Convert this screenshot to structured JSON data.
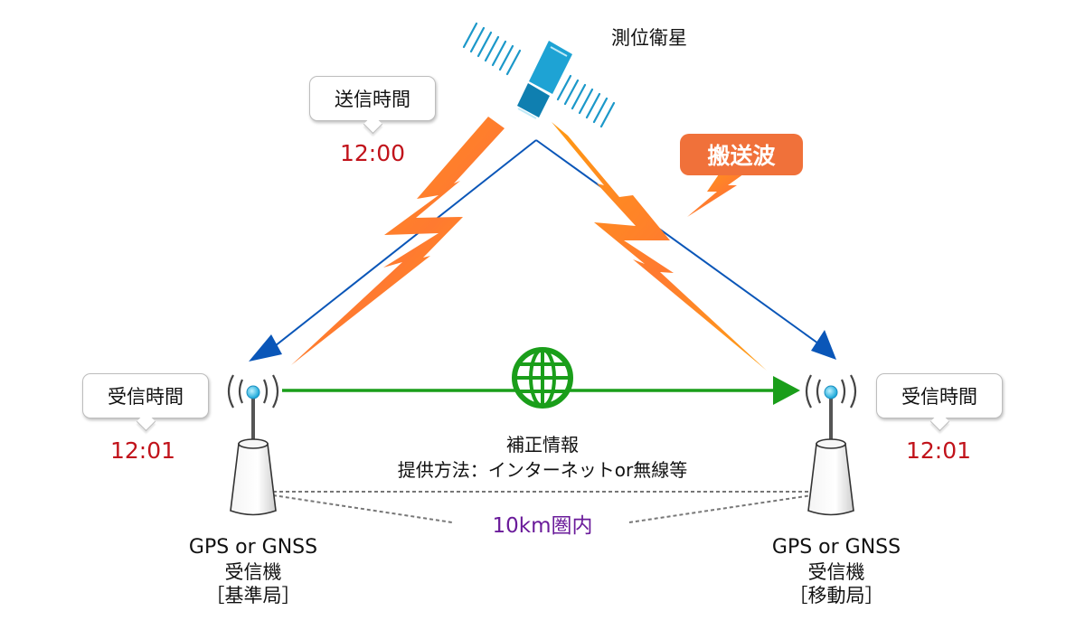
{
  "satellite": {
    "label": "測位衛星"
  },
  "transmit": {
    "bubble_label": "送信時間",
    "time": "12:00"
  },
  "carrier_wave": {
    "label": "搬送波"
  },
  "base_station": {
    "bubble_label": "受信時間",
    "time": "12:01",
    "line1": "GPS or GNSS",
    "line2": "受信機",
    "line3": "［基準局］"
  },
  "rover_station": {
    "bubble_label": "受信時間",
    "time": "12:01",
    "line1": "GPS or GNSS",
    "line2": "受信機",
    "line3": "［移動局］"
  },
  "correction": {
    "title": "補正情報",
    "method": "提供方法：インターネットor無線等"
  },
  "range": {
    "label": "10km圏内"
  },
  "colors": {
    "signal_arrow": "#0a56b8",
    "correction_arrow": "#1a9e1a",
    "carrier_bubble": "#f0713a",
    "time_text": "#c1131b",
    "range_text": "#6a1b9a",
    "satellite_body": "#1a9fd1"
  }
}
